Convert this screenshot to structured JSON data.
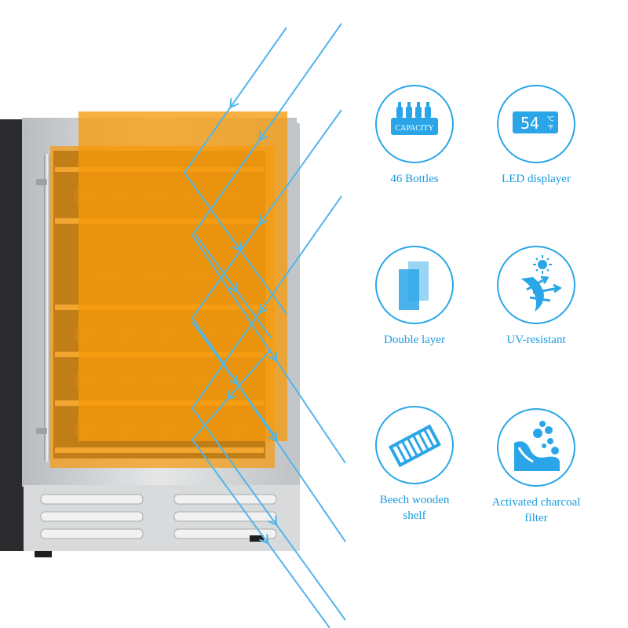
{
  "features": [
    {
      "id": "capacity",
      "icon": "bottles-capacity-icon",
      "badge": "CAPACITY",
      "lines": [
        "46 Bottles"
      ]
    },
    {
      "id": "led",
      "icon": "led-display-icon",
      "display_value": "54",
      "units": [
        "℃",
        "℉"
      ],
      "lines": [
        "LED displayer"
      ]
    },
    {
      "id": "double",
      "icon": "double-glass-icon",
      "lines": [
        "Double layer"
      ]
    },
    {
      "id": "uv",
      "icon": "uv-shield-icon",
      "lines": [
        "UV-resistant"
      ]
    },
    {
      "id": "shelf",
      "icon": "wooden-shelf-icon",
      "lines": [
        "Beech wooden",
        "shelf"
      ]
    },
    {
      "id": "charcoal",
      "icon": "charcoal-filter-icon",
      "lines": [
        "Activated charcoal",
        "filter"
      ]
    }
  ],
  "colors": {
    "accent": "#2aa6e8",
    "glass_tint": "#f59a0c",
    "steel": "#c9cbcd",
    "cabinet_dark": "#2b2b2d",
    "ray": "#4fb6ea"
  }
}
